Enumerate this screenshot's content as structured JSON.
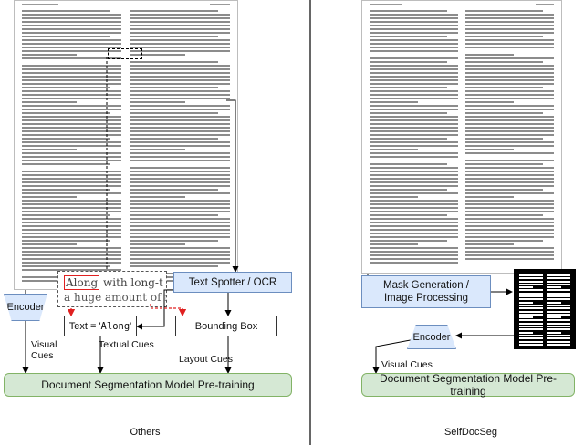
{
  "left_panel": {
    "text_spotter": "Text Spotter / OCR",
    "encoder": "Encoder",
    "text_box_prefix": "Text = '",
    "text_box_word": "Along",
    "text_box_suffix": "'",
    "bounding_box": "Bounding Box",
    "visual_cues": "Visual Cues",
    "textual_cues": "Textual Cues",
    "layout_cues": "Layout Cues",
    "pretraining": "Document Segmentation Model Pre-training",
    "caption": "Others",
    "zoom_word": "Along",
    "zoom_rest1": " with long-t",
    "zoom_line2": "a huge amount of r"
  },
  "right_panel": {
    "mask_generation": "Mask Generation / Image Processing",
    "encoder": "Encoder",
    "visual_cues": "Visual Cues",
    "pretraining": "Document Segmentation Model Pre-training",
    "caption": "SelfDocSeg"
  },
  "colors": {
    "box_blue": "#dae8fc",
    "box_green": "#d5e8d4",
    "highlight_red": "#e02020",
    "divider": "#000000"
  }
}
